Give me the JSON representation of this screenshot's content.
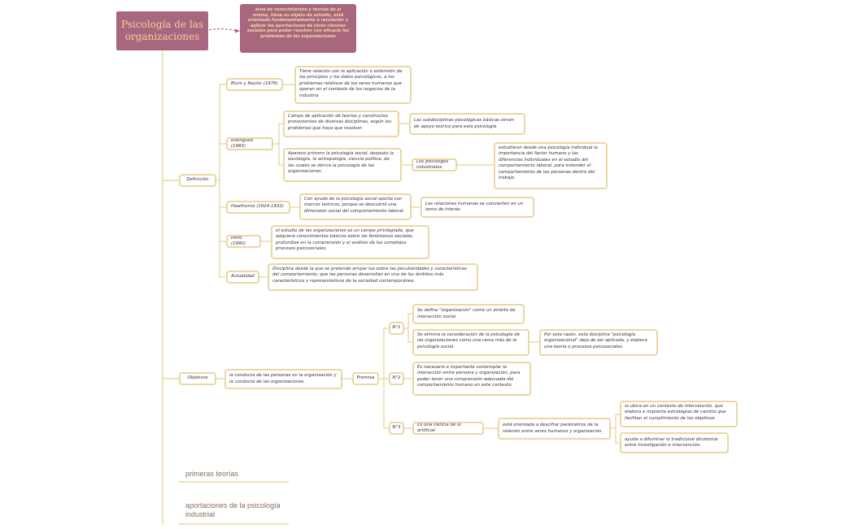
{
  "root": {
    "title": "Psicología de las organizaciones",
    "definition": "área de conocimientos y teorías de sí misma, tiene su objeto de estudio, está orientado fundamentalmente a recolectar y aplicar las aportaciones de otras ciencias sociales para poder resolver con eficacia los problemas de las organizaciones"
  },
  "definicion": {
    "label": "Definición",
    "blum": {
      "label": "Blum y Naylor (1976)",
      "text": "Tiene relación con la aplicación o extensión de los principios y los datos psicológicos, a los problemas relativos de los seres humanos que operan en el contexto de los negocios de la industria"
    },
    "rodriguez": {
      "label": "Rodríguez (1983)",
      "campo": "Campo de aplicación de teorías y constructos provenientes de diversas disciplinas, según los problemas que haya que resolver.",
      "sub": "Las subdisciplinas psicológicas básicas sirven de apoyo teórico para esta psicología",
      "aparece": "Aparece primero la psicología social, después la sociología, la antropología, ciencia política, de las cuales se deriva la psicología de las organizaciones.",
      "psicologos": "Los psicólogos industriales",
      "estudiaron": "estudiaron desde una psicología individual la importancia del factor humano y las diferencias individuales en el estudio del comportamiento laboral, para entender el comportamiento de las personas dentro del trabajo."
    },
    "hawthorne": {
      "label": "Hawthorne (1924-1932)",
      "text": "Con ayuda de la psicología social aporta con marcos teóricos, porque se descubrió una dimensión social del comportamiento laboral.",
      "rel": "Las relaciones humanas se convierten en un tema de interés"
    },
    "peiro": {
      "label": "Peiró (1990)",
      "text": "el estudio de las organizaciones es un campo privilegiado, que adquiere conocimientos básicos sobre los fenómenos sociales, profundiza en la comprensión y el análisis de los complejos procesos psicosociales."
    },
    "actualidad": {
      "label": "Actualidad",
      "text": "Disciplina desde la que se pretende arrojar luz sobre las peculiaridades y características del comportamiento, que las personas desarrollan en uno de los ámbitos más característicos y representativos de la sociedad contemporánea."
    }
  },
  "objetivos": {
    "label": "Objetivos",
    "conducta": "la conducta de las personas en la organización y la conducta de las organizaciones",
    "premisa": "Premisa",
    "n1": {
      "label": "N°1",
      "a": "Se define \"organización\" como un ámbito de interacción social.",
      "b": "Se elimina la consideración de la psicología de las organizaciones como una rama más de la psicología social.",
      "c": "Por esta razón, esta disciplina \"psicología organizacional\" deja de ser aplicada, y elabora una teoría o procesos psicosociales."
    },
    "n2": {
      "label": "N°2",
      "a": "Es necesario e importante contemplar la interacción entre persona y organización, para poder tener una comprensión adecuada del comportamiento humano en este contexto."
    },
    "n3": {
      "label": "N°3",
      "a": "Es una ciencia de lo artificial",
      "b": "está orientada a descifrar parámetros de la relación entre seres humanos y organización.",
      "c": "la ubica en un contexto de intervención, que elabora e implanta estrategias de cambio que facilitan el cumplimiento de los objetivos",
      "d": "ayuda a difuminar lo tradicional dicotomía entre investigación e intervención."
    }
  },
  "topics": {
    "primeras": "primeras teorías",
    "aportaciones": "aportaciones de la psicología industrial"
  },
  "colors": {
    "accent": "#a8677f",
    "border": "#ead7a4",
    "root_text": "#f4cf95",
    "topic_text": "#8c6b5a"
  }
}
